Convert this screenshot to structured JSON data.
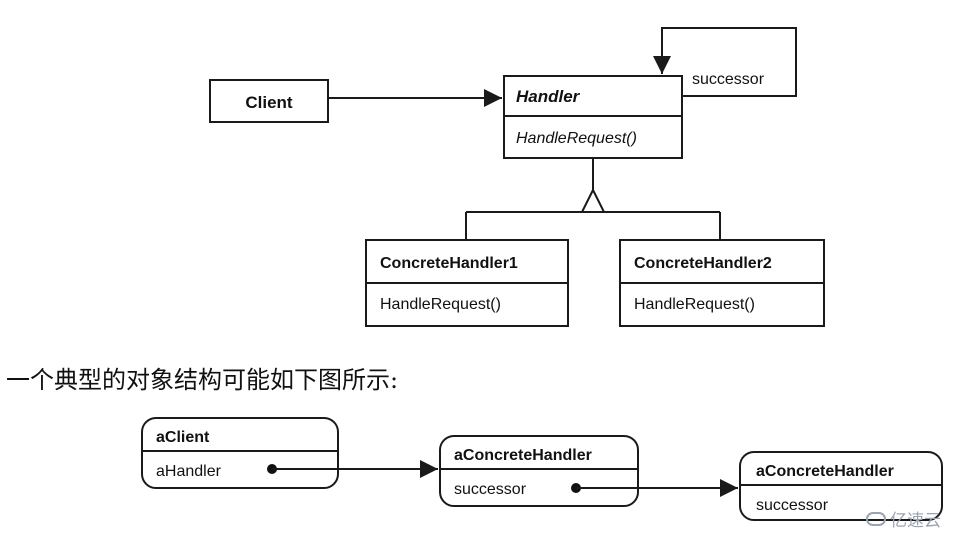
{
  "class_diagram": {
    "client": {
      "name": "Client"
    },
    "handler": {
      "name": "Handler",
      "method": "HandleRequest()"
    },
    "self_association_label": "successor",
    "concrete1": {
      "name": "ConcreteHandler1",
      "method": "HandleRequest()"
    },
    "concrete2": {
      "name": "ConcreteHandler2",
      "method": "HandleRequest()"
    }
  },
  "caption": "一个典型的对象结构可能如下图所示:",
  "object_diagram": {
    "client_object": {
      "name": "aClient",
      "field": "aHandler"
    },
    "handler_object_1": {
      "name": "aConcreteHandler",
      "field": "successor"
    },
    "handler_object_2": {
      "name": "aConcreteHandler",
      "field": "successor"
    }
  },
  "watermark": {
    "text": "亿速云"
  }
}
